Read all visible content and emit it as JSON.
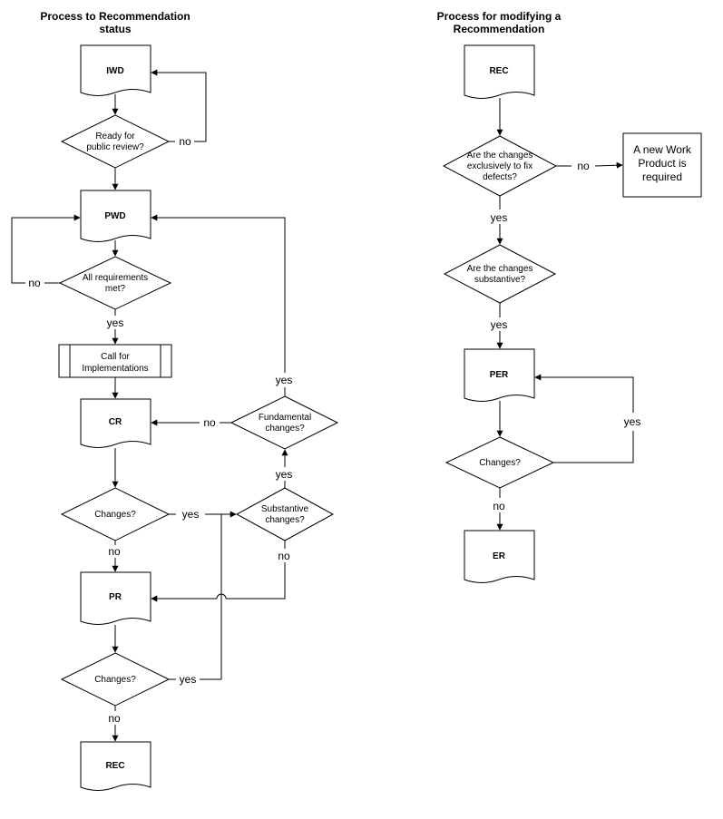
{
  "left_flow": {
    "title_line1": "Process to Recommendation",
    "title_line2": "status",
    "iwd": "IWD",
    "ready_q_line1": "Ready for",
    "ready_q_line2": "public review?",
    "pwd": "PWD",
    "req_q_line1": "All requirements",
    "req_q_line2": "met?",
    "call_line1": "Call for",
    "call_line2": "Implementations",
    "cr": "CR",
    "fund_q_line1": "Fundamental",
    "fund_q_line2": "changes?",
    "changes_q1": "Changes?",
    "subst_q_line1": "Substantive",
    "subst_q_line2": "changes?",
    "pr": "PR",
    "changes_q2": "Changes?",
    "rec": "REC",
    "edges": {
      "no_ready": "no",
      "no_req": "no",
      "yes_req": "yes",
      "yes_fund": "yes",
      "no_fund": "no",
      "yes_subst": "yes",
      "yes_changes1": "yes",
      "no_changes1": "no",
      "no_subst": "no",
      "yes_changes2": "yes",
      "no_changes2": "no"
    }
  },
  "right_flow": {
    "title_line1": "Process for modifying a",
    "title_line2": "Recommendation",
    "rec": "REC",
    "defects_q_line1": "Are the changes",
    "defects_q_line2": "exclusively to fix",
    "defects_q_line3": "defects?",
    "new_wp_line1": "A new Work",
    "new_wp_line2": "Product is",
    "new_wp_line3": "required",
    "subst_q_line1": "Are the changes",
    "subst_q_line2": "substantive?",
    "per": "PER",
    "changes_q": "Changes?",
    "er": "ER",
    "edges": {
      "no_defects": "no",
      "yes_defects": "yes",
      "yes_subst": "yes",
      "yes_changes": "yes",
      "no_changes": "no"
    }
  }
}
